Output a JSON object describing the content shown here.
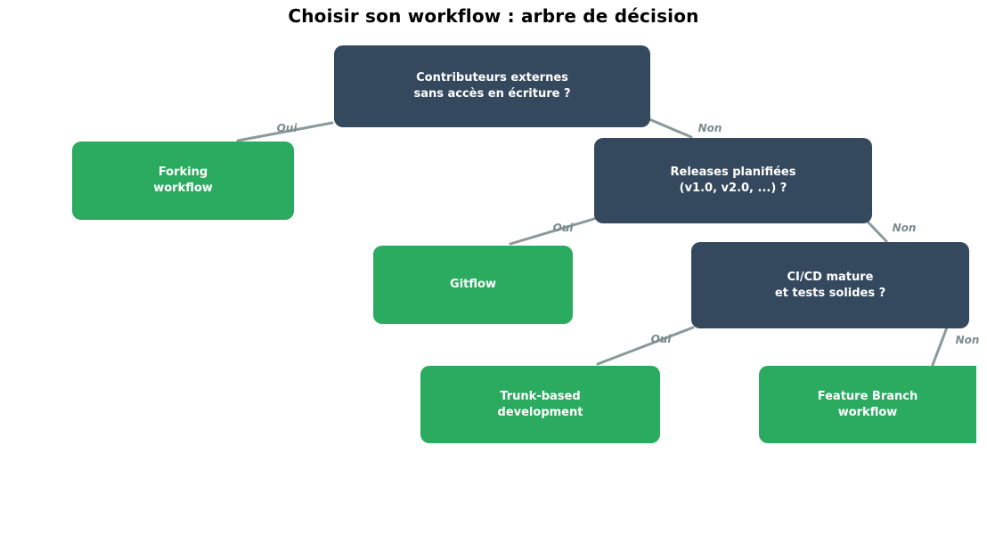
{
  "title": "Choisir son workflow : arbre de décision",
  "colors": {
    "question_node_bg": "#35495e",
    "answer_node_bg": "#2aab60",
    "node_text": "#ffffff",
    "edge_line": "#8a9a99",
    "edge_label_text": "#7b8a8b",
    "title_text": "#000000"
  },
  "diagram": {
    "nodes": [
      {
        "id": "root",
        "type": "question",
        "label": "Contributeurs externes\nsans accès en écriture ?"
      },
      {
        "id": "forking",
        "type": "answer",
        "label": "Forking\nworkflow"
      },
      {
        "id": "releases",
        "type": "question",
        "label": "Releases planifiées\n(v1.0, v2.0, ...) ?"
      },
      {
        "id": "gitflow",
        "type": "answer",
        "label": "Gitflow"
      },
      {
        "id": "cicd",
        "type": "question",
        "label": "CI/CD mature\net tests solides ?"
      },
      {
        "id": "trunk",
        "type": "answer",
        "label": "Trunk-based\ndevelopment"
      },
      {
        "id": "feature",
        "type": "answer",
        "label": "Feature Branch\nworkflow"
      }
    ],
    "edges": [
      {
        "from": "root",
        "to": "forking",
        "label": "Oui"
      },
      {
        "from": "root",
        "to": "releases",
        "label": "Non"
      },
      {
        "from": "releases",
        "to": "gitflow",
        "label": "Oui"
      },
      {
        "from": "releases",
        "to": "cicd",
        "label": "Non"
      },
      {
        "from": "cicd",
        "to": "trunk",
        "label": "Oui"
      },
      {
        "from": "cicd",
        "to": "feature",
        "label": "Non"
      }
    ]
  }
}
